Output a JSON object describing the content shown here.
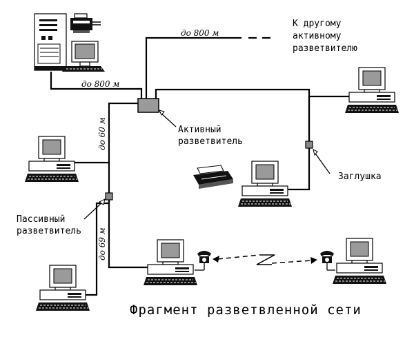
{
  "labels": {
    "dist_top": "до 800 м",
    "dist_mid": "до 800 м",
    "dist_60": "до 60 м",
    "dist_69": "до 69 м",
    "other_hub_1": "К другому",
    "other_hub_2": "активному",
    "other_hub_3": "разветвителю",
    "active_hub_1": "Активный",
    "active_hub_2": "разветвитель",
    "passive_hub_1": "Пассивный",
    "passive_hub_2": "разветвитель",
    "terminator": "Заглушка",
    "title": "Фрагмент разветвленной сети"
  },
  "icons": {
    "server": "server-tower-icon",
    "printer": "printer-icon",
    "workstation": "workstation-computer-icon",
    "phone": "telephone-modem-icon",
    "hub": "hub-box-icon"
  }
}
